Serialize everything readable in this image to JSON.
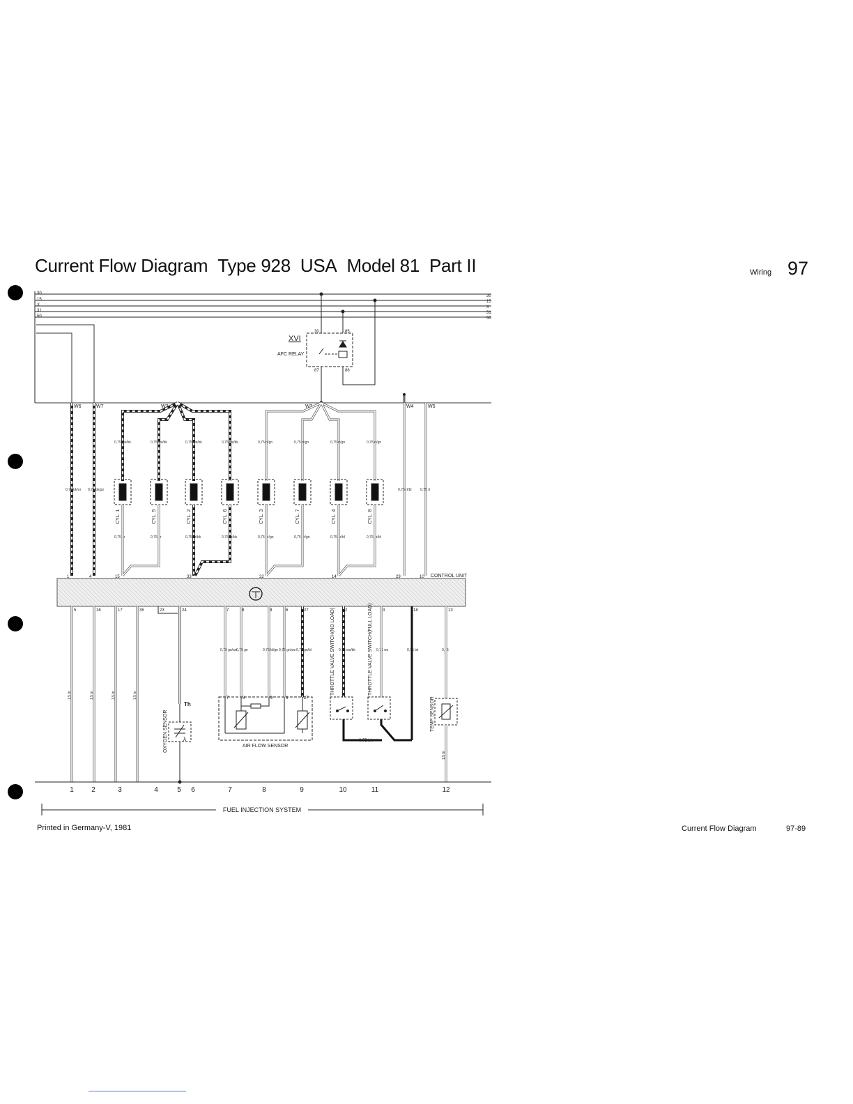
{
  "header": {
    "title_parts": [
      "Current Flow Diagram",
      "Type 928",
      "USA",
      "Model 81",
      "Part II"
    ],
    "section": "Wiring",
    "page_number": "97"
  },
  "bus": {
    "left_labels": [
      "30",
      "15",
      "X",
      "31",
      "50"
    ],
    "right_labels": [
      "30",
      "15",
      "X",
      "31",
      "50"
    ]
  },
  "relay": {
    "id": "XVI",
    "name": "AFC RELAY",
    "terminals": [
      "30",
      "85",
      "87",
      "86"
    ]
  },
  "harness": {
    "connectors": [
      "W6",
      "W7",
      "W2",
      "W3",
      "W4",
      "W5"
    ]
  },
  "coils": {
    "labels": [
      "CYL. 1",
      "CYL. 5",
      "CYL. 2",
      "CYL. 6",
      "CYL. 3",
      "CYL. 7",
      "CYL. 4",
      "CYL. 8"
    ],
    "top_wires": [
      "0,75 ws/bk",
      "0,75 ws/bk",
      "0,75 ws/bk",
      "0,75 ws/bk",
      "0,75 rt/gn",
      "0,75 rt/gn",
      "0,75 rt/gn",
      "0,75 rt/gn"
    ],
    "bottom_wires": [
      "0,75 gr",
      "0,75 gr",
      "0,75 gr/bk",
      "0,75 gr/bk",
      "0,75 gr/gn",
      "0,75 gr/gn",
      "0,75 gr/bl",
      "0,75 gr/bl"
    ]
  },
  "side_wires": [
    "0,75 bk/or",
    "0,75 bk/gn",
    "0,75 rt/bl",
    "0,75 rt"
  ],
  "control_unit": {
    "label": "CONTROL UNIT",
    "top_pins": [
      "1",
      "4",
      "15",
      "33",
      "32",
      "14",
      "29",
      "10"
    ],
    "bottom_pins": [
      "5",
      "16",
      "17",
      "35",
      "23",
      "24",
      "7",
      "8",
      "9",
      "6",
      "27",
      "2",
      "3",
      "18",
      "13"
    ]
  },
  "ground_wire_label": "1,5 br",
  "lower_wires": [
    "0,75 gn/ws",
    "0,75 gn",
    "0,75 bl/gn",
    "0,75 gn/ws",
    "0,75 gn/bl",
    "0,75 ws/bk",
    "0,75 ws",
    "0,75 bk",
    "0,75"
  ],
  "components": {
    "oxygen_sensor": "OXYGEN SENSOR",
    "th_label": "Th",
    "lambda_label": "λ",
    "air_flow_sensor": "AIR FLOW SENSOR",
    "air_flow_terminals": [
      "7",
      "8",
      "9",
      "6",
      "27"
    ],
    "throttle_no_load": "THROTTLE VALVE SWITCH(NO LOAD)",
    "throttle_full_load": "THROTTLE VALVE SWITCH(FULL LOAD)",
    "temp_sensor": "TEMP SENSOR",
    "link_wire": "0,75 bk"
  },
  "columns": [
    "1",
    "2",
    "3",
    "4",
    "5",
    "6",
    "7",
    "8",
    "9",
    "10",
    "11",
    "12"
  ],
  "system_label": "FUEL INJECTION SYSTEM",
  "footer": {
    "left": "Printed in Germany-V, 1981",
    "middle": "Current Flow Diagram",
    "right": "97-89"
  }
}
